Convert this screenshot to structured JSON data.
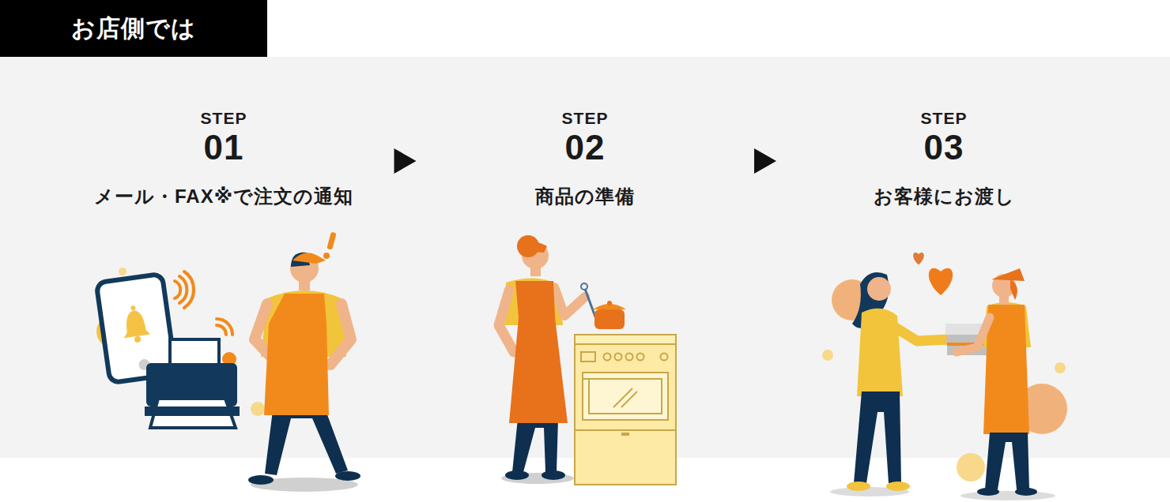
{
  "diagram": {
    "title": "お店側では",
    "nodes": [
      {
        "text": [
          "STEP",
          "01",
          "メール・FAX※で注文の通知"
        ]
      },
      {
        "text": [
          "STEP",
          "02",
          "商品の準備"
        ]
      },
      {
        "text": [
          "STEP",
          "03",
          "お客様にお渡し"
        ]
      }
    ],
    "edges": [
      {
        "from": 0,
        "to": 1,
        "arrow": "to"
      },
      {
        "from": 1,
        "to": 2,
        "arrow": "to"
      }
    ]
  }
}
